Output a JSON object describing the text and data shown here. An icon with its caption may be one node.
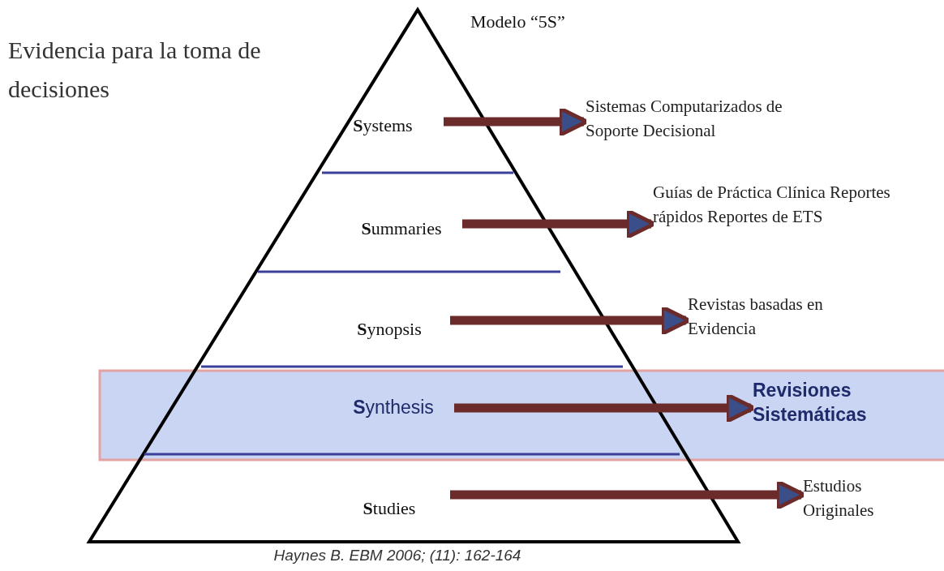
{
  "diagram": {
    "title": "Evidencia para la toma de decisiones",
    "caption": "Haynes B. EBM 2006; (11): 162-164",
    "nodes": [
      {
        "text": [
          "**S**ystems"
        ]
      },
      {
        "text": [
          "**S**ummaries"
        ]
      },
      {
        "text": [
          "**S**ynopsis"
        ]
      },
      {
        "text": [
          "**S**ynthesis"
        ]
      },
      {
        "text": [
          "**S**tudies"
        ]
      },
      {
        "text": [
          "Sistemas Computarizados de Soporte Decisional"
        ]
      },
      {
        "text": [
          "Guías de Práctica Clínica Reportes rápidos Reportes de ETS"
        ]
      },
      {
        "text": [
          "Revistas basadas en Evidencia"
        ]
      },
      {
        "text": [
          "Revisiones Sistemáticas"
        ]
      },
      {
        "text": [
          "Estudios Originales"
        ]
      }
    ],
    "edges": [
      {
        "from": 0,
        "to": 5,
        "arrow": "to"
      },
      {
        "from": 1,
        "to": 6,
        "arrow": "to"
      },
      {
        "from": 2,
        "to": 7,
        "arrow": "to"
      },
      {
        "from": 3,
        "to": 8,
        "arrow": "to"
      },
      {
        "from": 4,
        "to": 9,
        "arrow": "to"
      }
    ],
    "labels": [
      "Modelo “5S”"
    ]
  }
}
